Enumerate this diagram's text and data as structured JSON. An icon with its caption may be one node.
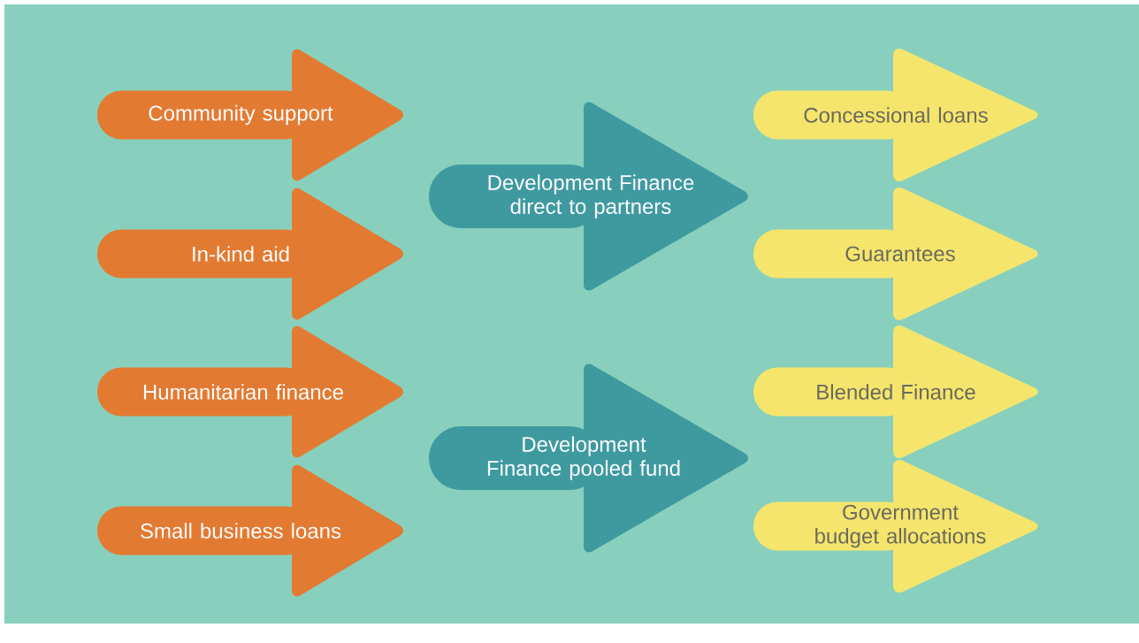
{
  "diagram": {
    "nodes": [
      {
        "text": [
          "Community support"
        ]
      },
      {
        "text": [
          "In-kind aid"
        ]
      },
      {
        "text": [
          "Humanitarian finance"
        ]
      },
      {
        "text": [
          "Small business loans"
        ]
      },
      {
        "text": [
          "Development Finance direct to partners"
        ]
      },
      {
        "text": [
          "Development Finance pooled fund"
        ]
      },
      {
        "text": [
          "Concessional loans"
        ]
      },
      {
        "text": [
          "Guarantees"
        ]
      },
      {
        "text": [
          "Blended Finance"
        ]
      },
      {
        "text": [
          "Government budget allocations"
        ]
      }
    ]
  }
}
